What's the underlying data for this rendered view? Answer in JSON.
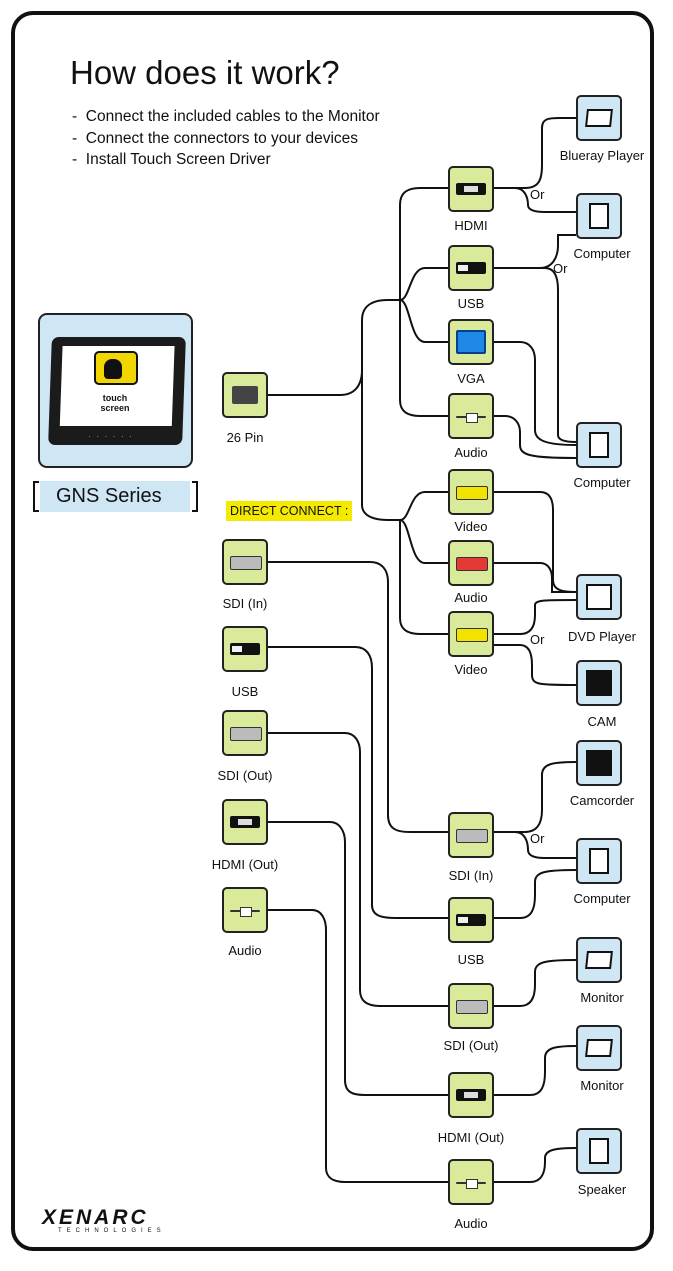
{
  "title": "How does it work?",
  "steps": [
    "Connect the included cables to the Monitor",
    "Connect the connectors to your devices",
    "Install Touch Screen Driver"
  ],
  "monitor": {
    "badge_text": "touch screen",
    "series_label": "GNS Series"
  },
  "main_connector": "26 Pin",
  "direct_connect_label": "DIRECT CONNECT :",
  "adapter_branch": [
    "HDMI",
    "USB",
    "VGA",
    "Audio",
    "Video",
    "Audio",
    "Video"
  ],
  "direct_cables": [
    "SDI (In)",
    "USB",
    "SDI (Out)",
    "HDMI (Out)",
    "Audio"
  ],
  "direct_targets": [
    "SDI (In)",
    "USB",
    "SDI (Out)",
    "HDMI (Out)",
    "Audio"
  ],
  "devices": [
    "Blueray Player",
    "Computer",
    "Computer",
    "DVD Player",
    "CAM",
    "Camcorder",
    "Computer",
    "Monitor",
    "Monitor",
    "Speaker"
  ],
  "or_label": "Or",
  "brand": {
    "name": "XENARC",
    "sub": "TECHNOLOGIES"
  },
  "colors": {
    "connector_bg": "#d9eb9b",
    "device_bg": "#cfe6f5",
    "highlight": "#f4ea00"
  }
}
